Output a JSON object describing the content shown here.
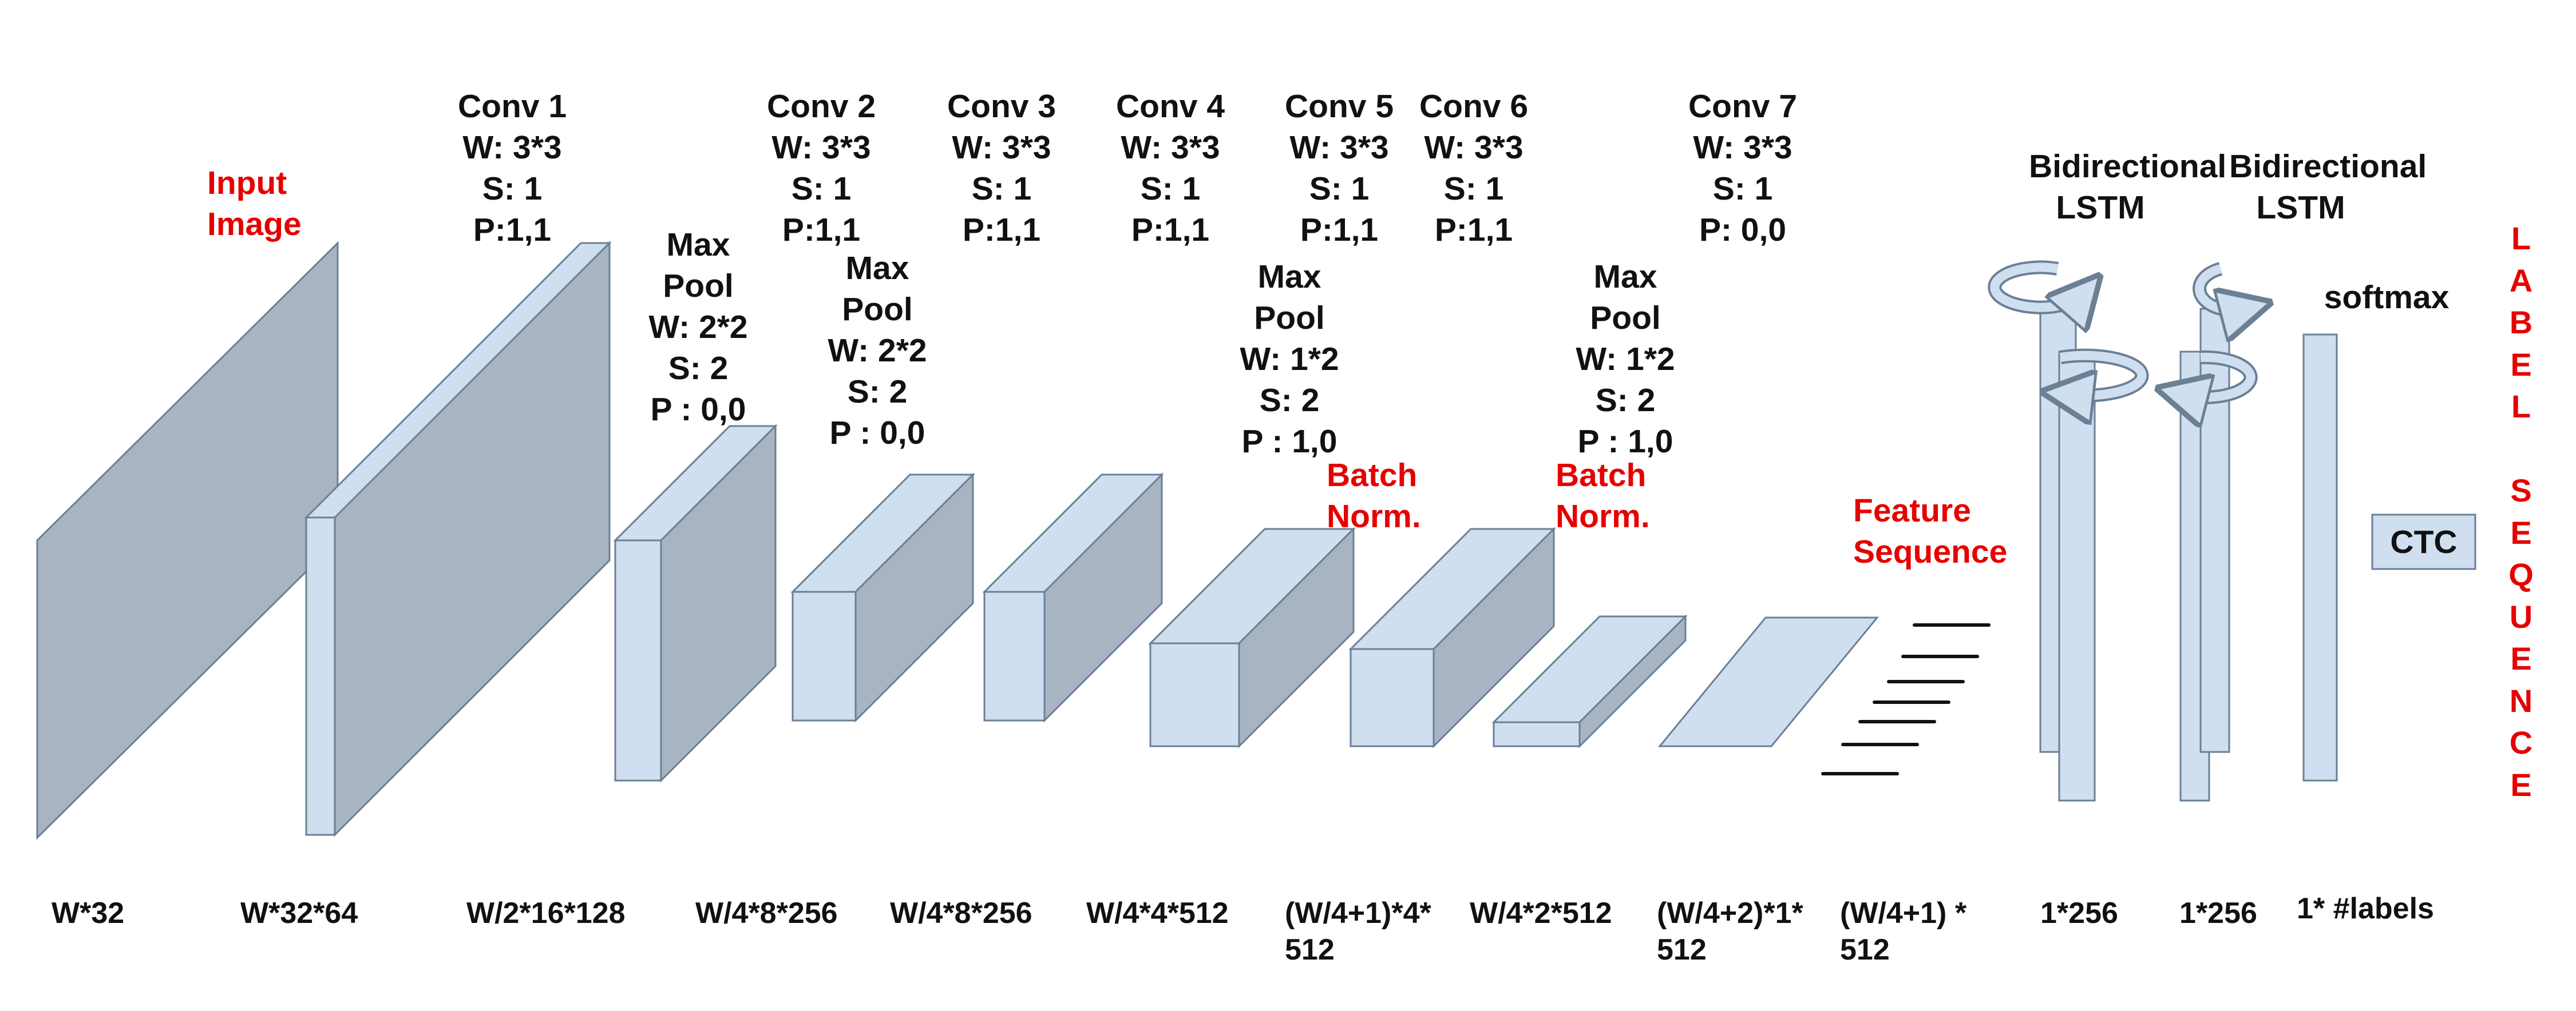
{
  "colors": {
    "face": "#cfdff0",
    "side": "#a8b4c2",
    "edge": "#6b7f95",
    "label": "#111111",
    "accent": "#e60000"
  },
  "input_label": [
    "Input",
    "Image"
  ],
  "feature_label": [
    "Feature",
    "Sequence"
  ],
  "batch_norm_1": [
    "Batch",
    "Norm."
  ],
  "batch_norm_2": [
    "Batch",
    "Norm."
  ],
  "conv1": [
    "Conv 1",
    "W: 3*3",
    "S: 1",
    "P:1,1"
  ],
  "conv2": [
    "Conv 2",
    "W: 3*3",
    "S: 1",
    "P:1,1"
  ],
  "conv3": [
    "Conv 3",
    "W: 3*3",
    "S: 1",
    "P:1,1"
  ],
  "conv4": [
    "Conv 4",
    "W: 3*3",
    "S: 1",
    "P:1,1"
  ],
  "conv5": [
    "Conv 5",
    "W: 3*3",
    "S: 1",
    "P:1,1"
  ],
  "conv6": [
    "Conv 6",
    "W: 3*3",
    "S: 1",
    "P:1,1"
  ],
  "conv7": [
    "Conv 7",
    "W: 3*3",
    "S: 1",
    "P: 0,0"
  ],
  "pool1": [
    "Max",
    "Pool",
    "W: 2*2",
    "S: 2",
    "P : 0,0"
  ],
  "pool2": [
    "Max",
    "Pool",
    "W: 2*2",
    "S: 2",
    "P : 0,0"
  ],
  "pool3": [
    "Max",
    "Pool",
    "W: 1*2",
    "S: 2",
    "P : 1,0"
  ],
  "pool4": [
    "Max",
    "Pool",
    "W: 1*2",
    "S: 2",
    "P : 1,0"
  ],
  "lstm1": [
    "Bidirectional",
    "LSTM"
  ],
  "lstm2": [
    "Bidirectional",
    "LSTM"
  ],
  "softmax": "softmax",
  "ctc": "CTC",
  "label_sequence": [
    "L",
    "A",
    "B",
    "E",
    "L",
    "",
    "S",
    "E",
    "Q",
    "U",
    "E",
    "N",
    "C",
    "E"
  ],
  "dims": [
    [
      "W*32"
    ],
    [
      "W*32*64"
    ],
    [
      "W/2*16*128"
    ],
    [
      "W/4*8*256"
    ],
    [
      "W/4*8*256"
    ],
    [
      "W/4*4*512"
    ],
    [
      "(W/4+1)*4*",
      "512"
    ],
    [
      "W/4*2*512"
    ],
    [
      "(W/4+2)*1*",
      "512"
    ],
    [
      "(W/4+1) *",
      "512"
    ],
    [
      "1*256"
    ],
    [
      "1*256"
    ],
    [
      "1* #labels"
    ]
  ]
}
